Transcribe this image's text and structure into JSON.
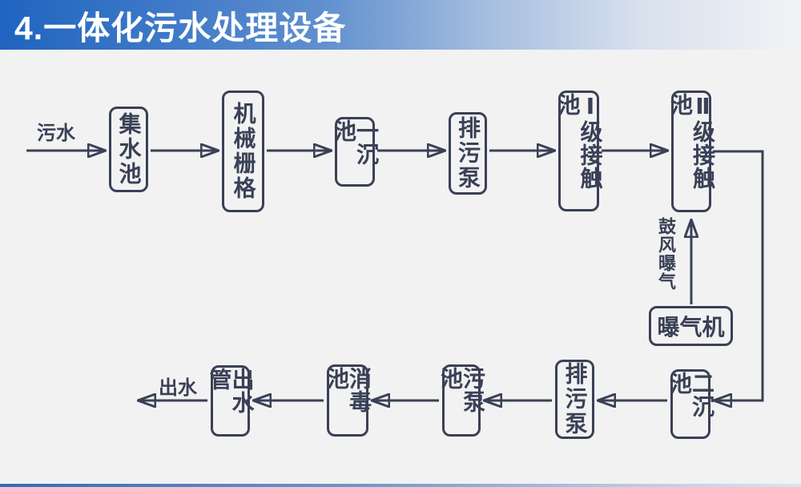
{
  "header": {
    "title": "4.一体化污水处理设备"
  },
  "flow": {
    "inlet_label": "污水",
    "outlet_label": "出水",
    "aeration_label": "鼓风曝气",
    "nodes": {
      "collecting_well": "集水池",
      "mechanical_grid": "机械栅格",
      "primary_sedimentation": "一沉池",
      "sewage_pump_top": "排污泵",
      "contact_pool_1": "Ⅰ级接触池",
      "contact_pool_2": "Ⅱ级接触池",
      "aerator": "曝气机",
      "secondary_sedimentation": "二沉池",
      "sewage_pump_bottom": "排污泵",
      "sludge_pump_pool": "污泵池",
      "disinfection_pool": "消毒池",
      "outlet_pipe": "出水管"
    }
  },
  "colors": {
    "ink": "#3a4156",
    "header_blue": "#1f64c0",
    "background": "#f2f2f3"
  }
}
